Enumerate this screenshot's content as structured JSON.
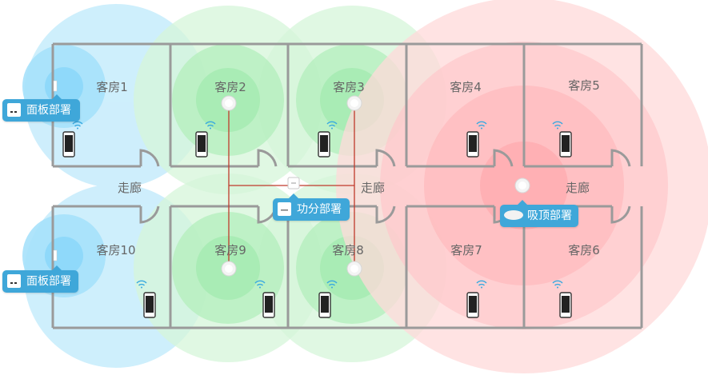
{
  "rooms": {
    "room_1": "客房1",
    "room_2": "客房2",
    "room_3": "客房3",
    "room_4": "客房4",
    "room_5": "客房5",
    "room_6": "客房6",
    "room_7": "客房7",
    "room_8": "客房8",
    "room_9": "客房9",
    "room_10": "客房10"
  },
  "corridor_label": "走廊",
  "tags": {
    "panel_top": "面板部署",
    "panel_bottom": "面板部署",
    "splitter": "功分部署",
    "ceiling": "吸顶部署"
  },
  "colors": {
    "panel_coverage": "#bfe8fb",
    "splitter_coverage": "#c9f3cf",
    "ceiling_coverage": "#ffc9cc",
    "wall": "#9a9a9a",
    "tag_bg": "#3fa7d9",
    "cable": "#c0392b"
  },
  "icons": [
    "wall-panel-ap-icon",
    "ceiling-ap-icon",
    "splitter-icon",
    "smartphone-icon",
    "wifi-signal-icon"
  ]
}
